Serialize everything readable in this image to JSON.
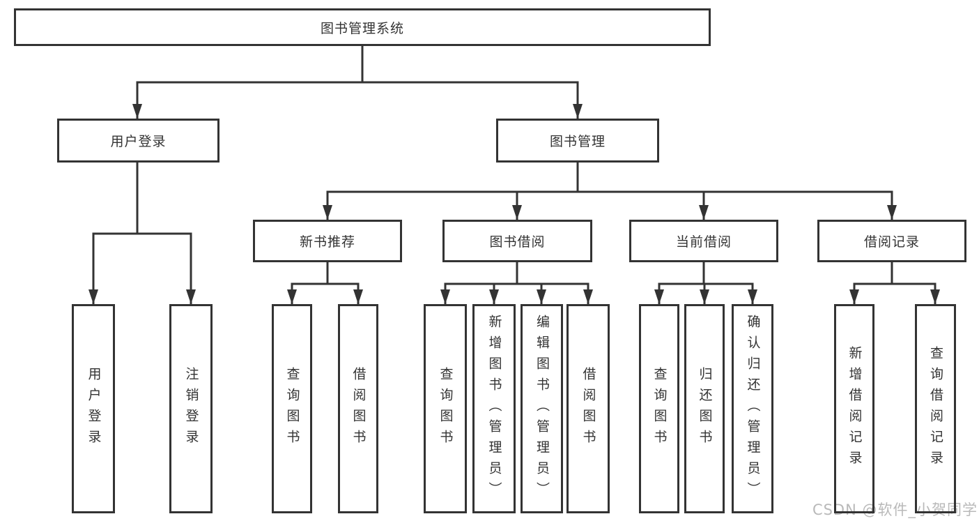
{
  "diagram_title": "图书管理系统",
  "colors": {
    "line": "#333333",
    "node_border": "#333333",
    "node_text": "#333333",
    "background": "#ffffff",
    "watermark": "#b9b9b9"
  },
  "root": {
    "label": "图书管理系统",
    "children": [
      {
        "label": "用户登录",
        "children": [
          {
            "label": "用户登录"
          },
          {
            "label": "注销登录"
          }
        ]
      },
      {
        "label": "图书管理",
        "children": [
          {
            "label": "新书推荐",
            "children": [
              {
                "label": "查询图书"
              },
              {
                "label": "借阅图书"
              }
            ]
          },
          {
            "label": "图书借阅",
            "children": [
              {
                "label": "查询图书"
              },
              {
                "label": "新增图书（管理员）"
              },
              {
                "label": "编辑图书（管理员）"
              },
              {
                "label": "借阅图书"
              }
            ]
          },
          {
            "label": "当前借阅",
            "children": [
              {
                "label": "查询图书"
              },
              {
                "label": "归还图书"
              },
              {
                "label": "确认归还（管理员）"
              }
            ]
          },
          {
            "label": "借阅记录",
            "children": [
              {
                "label": "新增借阅记录"
              },
              {
                "label": "查询借阅记录"
              }
            ]
          }
        ]
      }
    ]
  },
  "watermark": "CSDN @软件_小贺同学"
}
